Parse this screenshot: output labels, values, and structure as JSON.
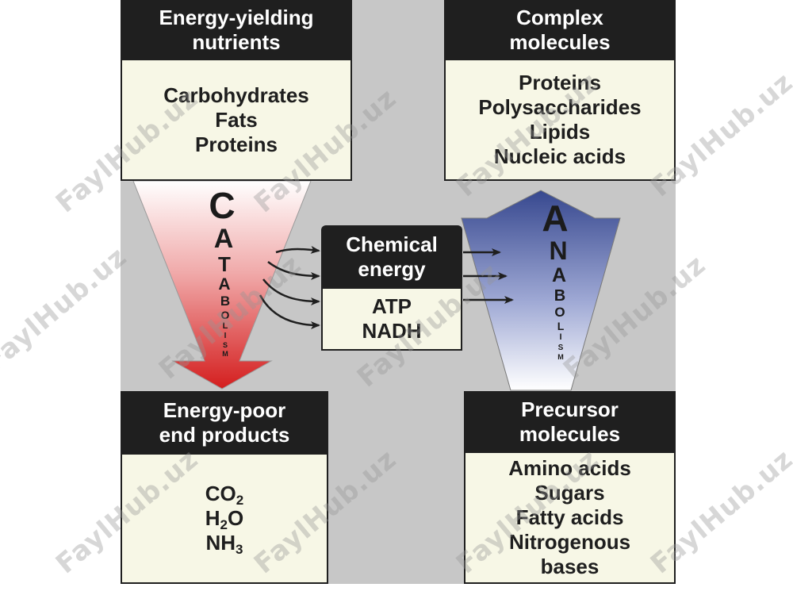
{
  "top_left": {
    "header": [
      "Energy-yielding",
      "nutrients"
    ],
    "items": [
      "Carbohydrates",
      "Fats",
      "Proteins"
    ]
  },
  "top_right": {
    "header": [
      "Complex",
      "molecules"
    ],
    "items": [
      "Proteins",
      "Polysaccharides",
      "Lipids",
      "Nucleic acids"
    ]
  },
  "center": {
    "header": [
      "Chemical",
      "energy"
    ],
    "items": [
      "ATP",
      "NADH"
    ]
  },
  "bottom_left": {
    "header": [
      "Energy-poor",
      "end products"
    ],
    "items": [
      {
        "main": "CO",
        "sub": "2"
      },
      {
        "main": "H",
        "sub": "2",
        "tail": "O"
      },
      {
        "main": "NH",
        "sub": "3"
      }
    ]
  },
  "bottom_right": {
    "header": [
      "Precursor",
      "molecules"
    ],
    "items": [
      "Amino acids",
      "Sugars",
      "Fatty acids",
      "Nitrogenous",
      "bases"
    ]
  },
  "catabolism_letters": [
    "C",
    "A",
    "T",
    "A",
    "B",
    "O",
    "L",
    "I",
    "S",
    "M"
  ],
  "anabolism_letters": [
    "A",
    "N",
    "A",
    "B",
    "O",
    "L",
    "I",
    "S",
    "M"
  ],
  "watermark": "FaylHub.uz",
  "colors": {
    "background": "#c7c7c7",
    "header": "#1f1f1f",
    "box": "#f7f7e6",
    "catabolism": "#d42020",
    "anabolism": "#3d4f98"
  }
}
